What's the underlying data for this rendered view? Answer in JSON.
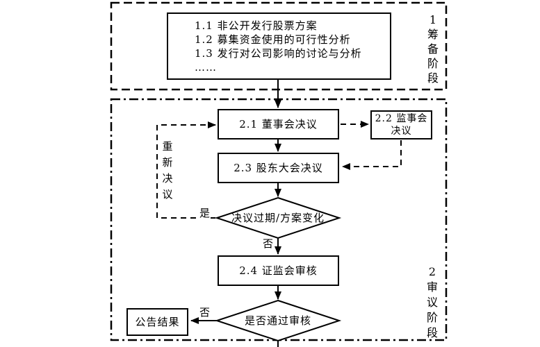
{
  "diagram": {
    "title_semantic": "非公开发行股票流程图",
    "colors": {
      "line": "#000000",
      "background": "#ffffff"
    },
    "stage1": {
      "label": "1 筹备阶段",
      "prep_box_items": [
        "1.1 非公开发行股票方案",
        "1.2 募集资金使用的可行性分析",
        "1.3 发行对公司影响的讨论与分析",
        "……"
      ]
    },
    "stage2": {
      "label": "2 审议阶段",
      "nodes": {
        "board": "2.1 董事会决议",
        "supervisory": "2.2 监事会决议",
        "shareholders": "2.3 股东大会决议",
        "decision_expired": "决议过期/方案变化",
        "csrc_review": "2.4 证监会审核",
        "pass_review": "是否通过审核",
        "announce": "公告结果"
      },
      "edge_labels": {
        "redecide": "重新决议",
        "yes_expired": "是",
        "no_expired": "否",
        "no_pass": "否"
      }
    }
  }
}
